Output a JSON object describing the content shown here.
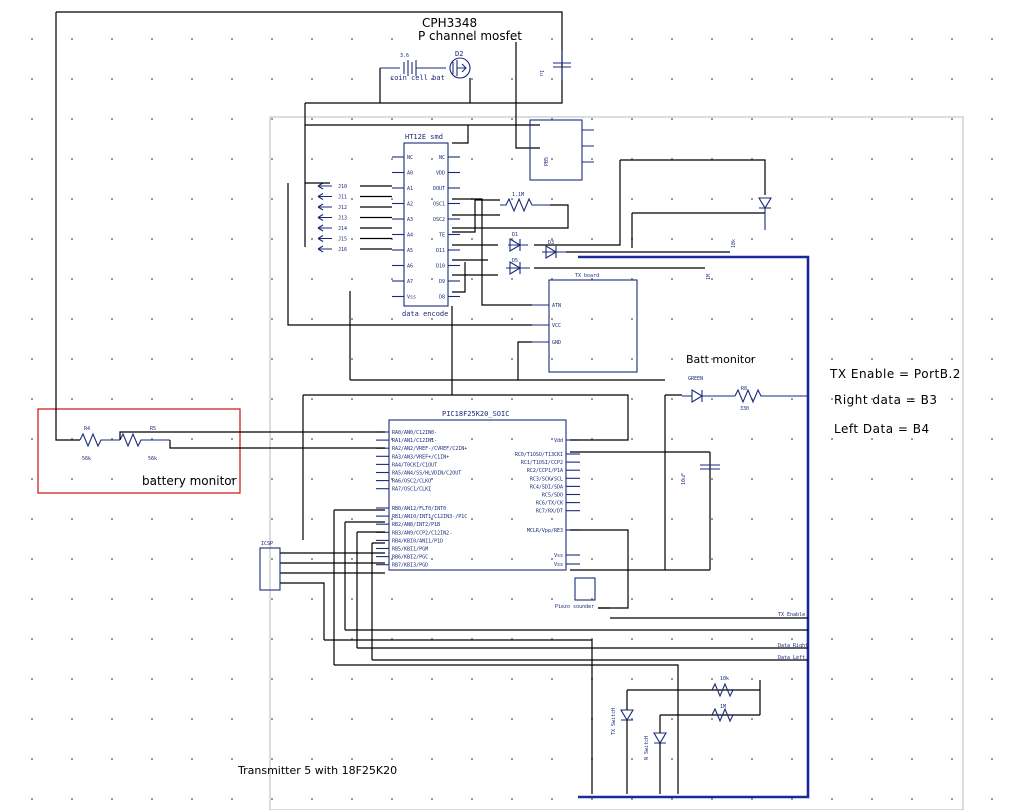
{
  "notes": {
    "mosfet_part": "CPH3348",
    "mosfet_desc": "P channel mosfet",
    "bat_monitor": "Batt monitor",
    "battery_monitor": "battery monitor",
    "tx_enable": "TX Enable = PortB.2",
    "right_data": "Right data = B3",
    "left_data": "Left Data = B4",
    "title": "Transmitter 5 with 18F25K20"
  },
  "components": {
    "encoder_name": "HT12E smd",
    "encoder_value": "data encode",
    "pic_name": "PIC18F25K20_SOIC",
    "tx_board": "TX board",
    "icsp": "ICSP",
    "piezo": "Piezo sounder",
    "p8_label": "PB5",
    "d2": "D2",
    "coin_cell": "coin cell bat",
    "v3": "3.6",
    "cap_top": "1u",
    "led_green": "GREEN",
    "r8": "R8",
    "r8_val": "330",
    "r4": "R4",
    "r4_val": "56k",
    "r5": "R5",
    "r5_val": "56k",
    "r_11m": "1.1M",
    "r_10k": "10k",
    "r_1m": "1M",
    "d1": "D1",
    "d3": "D3",
    "d5": "D5",
    "tx_enable_net": "TX Enable",
    "data_right_net": "Data Right",
    "data_left_net": "Data Left",
    "tx_switch": "TX SwitcH",
    "n_switch": "N SwitcH",
    "cap_mid": "10uF"
  },
  "jumpers": [
    "J10",
    "J11",
    "J12",
    "J13",
    "J14",
    "J15",
    "J16"
  ],
  "encoder_pins_left": [
    "NC",
    "A0",
    "A1",
    "A2",
    "A3",
    "A4",
    "A5",
    "A6",
    "A7",
    "Vss"
  ],
  "encoder_pins_right": [
    "NC",
    "VDD",
    "DOUT",
    "OSC1",
    "OSC2",
    "TE",
    "D11",
    "D10",
    "D9",
    "D8"
  ],
  "pic_pins_left": [
    "RA0/AN0/C12IN0-",
    "RA1/AN1/C12IN1-",
    "RA2/AN2/VREF-/CVREF/C2IN+",
    "RA3/AN3/VREF+/C1IN+",
    "RA4/T0CKI/C1OUT",
    "RA5/AN4/SS/HLVDIN/C2OUT",
    "RA6/OSC2/CLKO",
    "RA7/OSC1/CLKI",
    "RB0/AN12/FLT0/INT0",
    "RB1/AN10/INT1/C12IN3-/P1C",
    "RB2/AN8/INT2/P1B",
    "RB3/AN9/CCP2/C12IN2-",
    "RB4/KBI0/AN11/P1D",
    "RB5/KBI1/PGM",
    "RB6/KBI2/PGC",
    "RB7/KBI3/PGD"
  ],
  "pic_pins_right": [
    "Vdd",
    "RC0/T1OSO/T13CKI",
    "RC1/T1OSI/CCP2",
    "RC2/CCP1/P1A",
    "RC3/SCK/SCL",
    "RC4/SDI/SDA",
    "RC5/SDO",
    "RC6/TX/CK",
    "RC7/RX/DT",
    "MCLR/Vpp/RE3",
    "Vss",
    "Vss"
  ],
  "txboard_pins": [
    "ATN",
    "VCC",
    "GND"
  ]
}
